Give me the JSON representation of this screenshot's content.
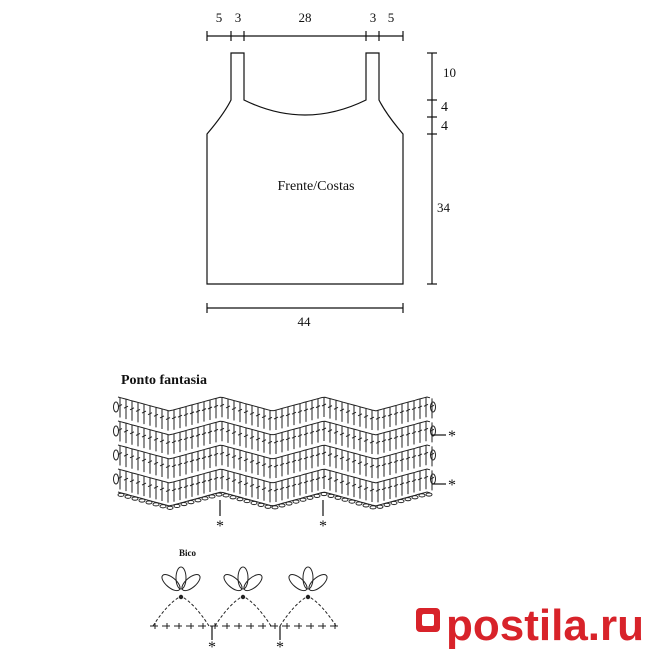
{
  "schematic": {
    "top_dims": [
      "5",
      "3",
      "28",
      "3",
      "5"
    ],
    "right_dims": [
      "10",
      "4",
      "4",
      "34"
    ],
    "bottom_dim": "44",
    "piece_label": "Frente/Costas"
  },
  "stitch_chart": {
    "title": "Ponto fantasia",
    "marker": "*"
  },
  "edging_chart": {
    "title": "Bico",
    "marker": "*"
  },
  "watermark": {
    "text": "postila.ru",
    "color": "#d8232a"
  }
}
